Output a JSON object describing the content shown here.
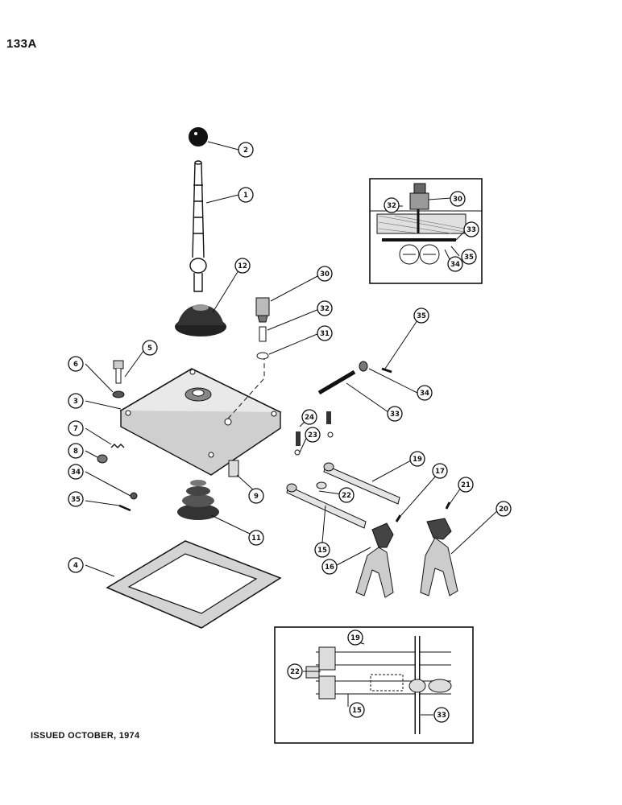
{
  "page": {
    "number": "133A",
    "issued": "ISSUED OCTOBER, 1974"
  },
  "callouts": [
    {
      "id": "c1",
      "label": "1"
    },
    {
      "id": "c2",
      "label": "2"
    },
    {
      "id": "c3",
      "label": "3"
    },
    {
      "id": "c4",
      "label": "4"
    },
    {
      "id": "c5",
      "label": "5"
    },
    {
      "id": "c6",
      "label": "6"
    },
    {
      "id": "c7",
      "label": "7"
    },
    {
      "id": "c8",
      "label": "8"
    },
    {
      "id": "c9",
      "label": "9"
    },
    {
      "id": "c11",
      "label": "11"
    },
    {
      "id": "c12",
      "label": "12"
    },
    {
      "id": "c15",
      "label": "15"
    },
    {
      "id": "c16",
      "label": "16"
    },
    {
      "id": "c17",
      "label": "17"
    },
    {
      "id": "c19",
      "label": "19"
    },
    {
      "id": "c20",
      "label": "20"
    },
    {
      "id": "c21",
      "label": "21"
    },
    {
      "id": "c22",
      "label": "22"
    },
    {
      "id": "c23",
      "label": "23"
    },
    {
      "id": "c24",
      "label": "24"
    },
    {
      "id": "c30",
      "label": "30"
    },
    {
      "id": "c31",
      "label": "31"
    },
    {
      "id": "c32",
      "label": "32"
    },
    {
      "id": "c33",
      "label": "33"
    },
    {
      "id": "c34",
      "label": "34"
    },
    {
      "id": "c35",
      "label": "35"
    },
    {
      "id": "c34b",
      "label": "34"
    },
    {
      "id": "c35b",
      "label": "35"
    },
    {
      "id": "i30",
      "label": "30"
    },
    {
      "id": "i32",
      "label": "32"
    },
    {
      "id": "i33",
      "label": "33"
    },
    {
      "id": "i34",
      "label": "34"
    },
    {
      "id": "i35",
      "label": "35"
    },
    {
      "id": "d19",
      "label": "19"
    },
    {
      "id": "d22",
      "label": "22"
    },
    {
      "id": "d15",
      "label": "15"
    },
    {
      "id": "d33",
      "label": "33"
    }
  ]
}
